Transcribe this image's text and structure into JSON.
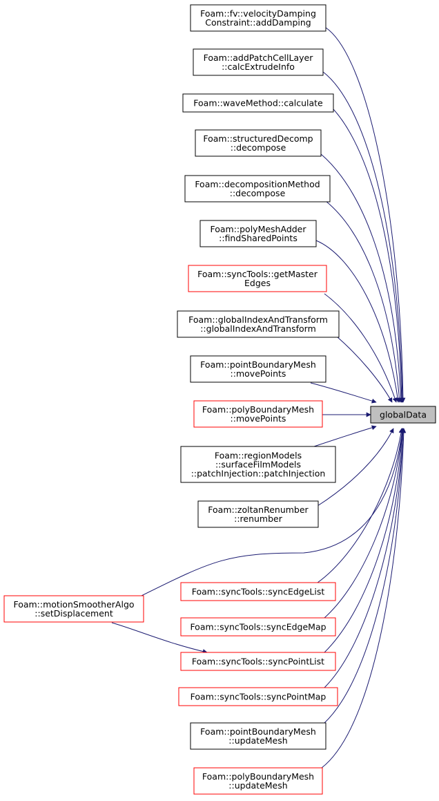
{
  "graph": {
    "target": {
      "id": "globalData",
      "lines": [
        "globalData"
      ],
      "fill": "#bfbfbf",
      "border": "#000000"
    },
    "edge_color": "#191970",
    "colors": {
      "black_border": "#000000",
      "red_border": "#ff0000"
    },
    "nodes": [
      {
        "id": "velocityDamping",
        "lines": [
          "Foam::fv::velocityDamping",
          "Constraint::addDamping"
        ],
        "border": "black"
      },
      {
        "id": "addPatchCellLayer",
        "lines": [
          "Foam::addPatchCellLayer",
          "::calcExtrudeInfo"
        ],
        "border": "black"
      },
      {
        "id": "waveMethod",
        "lines": [
          "Foam::waveMethod::calculate"
        ],
        "border": "black"
      },
      {
        "id": "structuredDecomp",
        "lines": [
          "Foam::structuredDecomp",
          "::decompose"
        ],
        "border": "black"
      },
      {
        "id": "decompositionMethod",
        "lines": [
          "Foam::decompositionMethod",
          "::decompose"
        ],
        "border": "black"
      },
      {
        "id": "polyMeshAdder",
        "lines": [
          "Foam::polyMeshAdder",
          "::findSharedPoints"
        ],
        "border": "black"
      },
      {
        "id": "getMasterEdges",
        "lines": [
          "Foam::syncTools::getMaster",
          "Edges"
        ],
        "border": "red"
      },
      {
        "id": "globalIndexAndTransform",
        "lines": [
          "Foam::globalIndexAndTransform",
          "::globalIndexAndTransform"
        ],
        "border": "black"
      },
      {
        "id": "pointBoundaryMeshMove",
        "lines": [
          "Foam::pointBoundaryMesh",
          "::movePoints"
        ],
        "border": "black"
      },
      {
        "id": "polyBoundaryMeshMove",
        "lines": [
          "Foam::polyBoundaryMesh",
          "::movePoints"
        ],
        "border": "red"
      },
      {
        "id": "patchInjection",
        "lines": [
          "Foam::regionModels",
          "::surfaceFilmModels",
          "::patchInjection::patchInjection"
        ],
        "border": "black"
      },
      {
        "id": "zoltanRenumber",
        "lines": [
          "Foam::zoltanRenumber",
          "::renumber"
        ],
        "border": "black"
      },
      {
        "id": "motionSmootherAlgo",
        "lines": [
          "Foam::motionSmootherAlgo",
          "::setDisplacement"
        ],
        "border": "red"
      },
      {
        "id": "syncEdgeList",
        "lines": [
          "Foam::syncTools::syncEdgeList"
        ],
        "border": "red"
      },
      {
        "id": "syncEdgeMap",
        "lines": [
          "Foam::syncTools::syncEdgeMap"
        ],
        "border": "red"
      },
      {
        "id": "syncPointList",
        "lines": [
          "Foam::syncTools::syncPointList"
        ],
        "border": "red"
      },
      {
        "id": "syncPointMap",
        "lines": [
          "Foam::syncTools::syncPointMap"
        ],
        "border": "red"
      },
      {
        "id": "pointBoundaryMeshUpdate",
        "lines": [
          "Foam::pointBoundaryMesh",
          "::updateMesh"
        ],
        "border": "black"
      },
      {
        "id": "polyBoundaryMeshUpdate",
        "lines": [
          "Foam::polyBoundaryMesh",
          "::updateMesh"
        ],
        "border": "red"
      }
    ],
    "edges": [
      {
        "from": "velocityDamping",
        "to": "globalData"
      },
      {
        "from": "addPatchCellLayer",
        "to": "globalData"
      },
      {
        "from": "waveMethod",
        "to": "globalData"
      },
      {
        "from": "structuredDecomp",
        "to": "globalData"
      },
      {
        "from": "decompositionMethod",
        "to": "globalData"
      },
      {
        "from": "polyMeshAdder",
        "to": "globalData"
      },
      {
        "from": "getMasterEdges",
        "to": "globalData"
      },
      {
        "from": "globalIndexAndTransform",
        "to": "globalData"
      },
      {
        "from": "pointBoundaryMeshMove",
        "to": "globalData"
      },
      {
        "from": "polyBoundaryMeshMove",
        "to": "globalData"
      },
      {
        "from": "patchInjection",
        "to": "globalData"
      },
      {
        "from": "zoltanRenumber",
        "to": "globalData"
      },
      {
        "from": "motionSmootherAlgo",
        "to": "globalData"
      },
      {
        "from": "syncEdgeList",
        "to": "globalData"
      },
      {
        "from": "syncEdgeMap",
        "to": "globalData"
      },
      {
        "from": "syncPointList",
        "to": "globalData"
      },
      {
        "from": "syncPointMap",
        "to": "globalData"
      },
      {
        "from": "pointBoundaryMeshUpdate",
        "to": "globalData"
      },
      {
        "from": "polyBoundaryMeshUpdate",
        "to": "globalData"
      },
      {
        "from": "motionSmootherAlgo",
        "to": "syncPointList"
      }
    ]
  }
}
